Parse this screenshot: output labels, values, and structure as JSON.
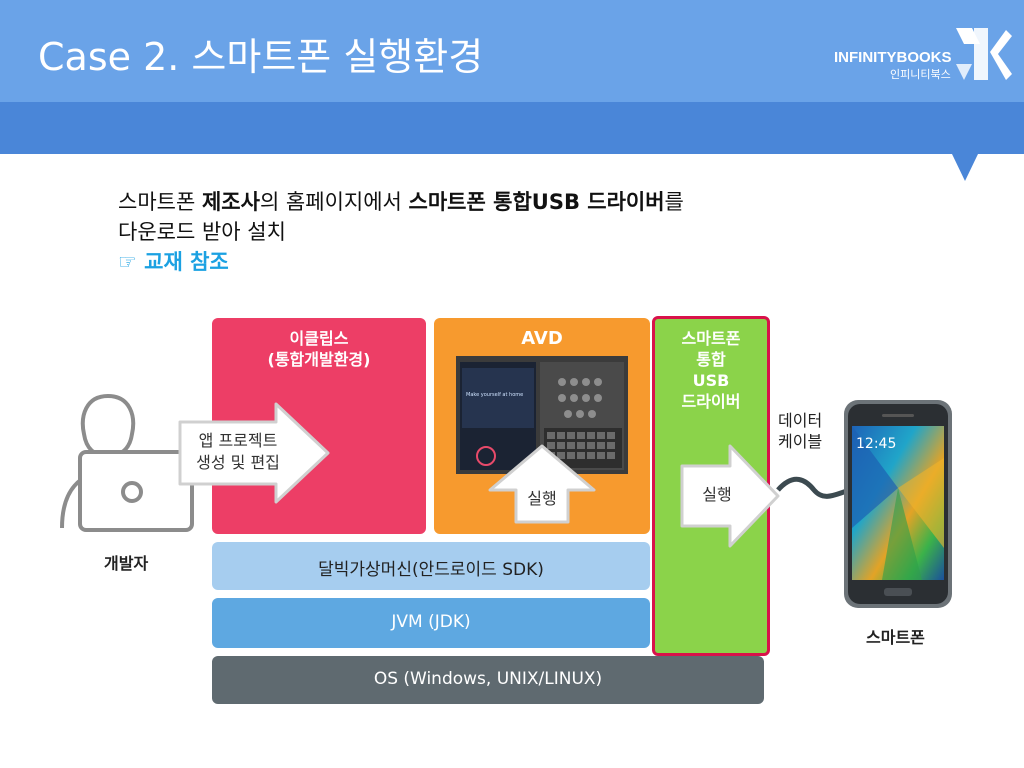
{
  "header": {
    "title": "Case 2. 스마트폰 실행환경",
    "logo_name": "INFINITYBOOKS",
    "logo_sub": "인피니티북스"
  },
  "intro": {
    "line1_a": "스마트폰 ",
    "line1_b": "제조사",
    "line1_c": "의 홈페이지에서 ",
    "line1_d": "스마트폰 통합USB 드라이버",
    "line1_e": "를",
    "line2": "다운로드 받아 설치",
    "line3": "☞ 교재 참조"
  },
  "diagram": {
    "eclipse_label_1": "이클립스",
    "eclipse_label_2": "(통합개발환경)",
    "avd_label": "AVD",
    "usb_label_1": "스마트폰",
    "usb_label_2": "통합",
    "usb_label_3": "USB",
    "usb_label_4": "드라이버",
    "app_project_1": "앱 프로젝트",
    "app_project_2": "생성 및 편집",
    "run_avd": "실행",
    "run_usb": "실행",
    "data_cable_1": "데이터",
    "data_cable_2": "케이블",
    "developer": "개발자",
    "smartphone": "스마트폰",
    "phone_clock": "12:45",
    "avd_screen_text": "Make yourself at home",
    "layer_sdk": "달빅가상머신(안드로이드 SDK)",
    "layer_jvm": "JVM (JDK)",
    "layer_os": "OS (Windows, UNIX/LINUX)"
  },
  "colors": {
    "header_top": "#6aa3e8",
    "header_bottom": "#4a86d8",
    "eclipse": "#ed3e66",
    "avd": "#f79a2e",
    "usb_green": "#8bd34a",
    "usb_border": "#d8124a",
    "sdk": "#a6cdef",
    "jvm": "#5ea8e1",
    "os": "#5f6a70",
    "link": "#1ba1e2"
  }
}
